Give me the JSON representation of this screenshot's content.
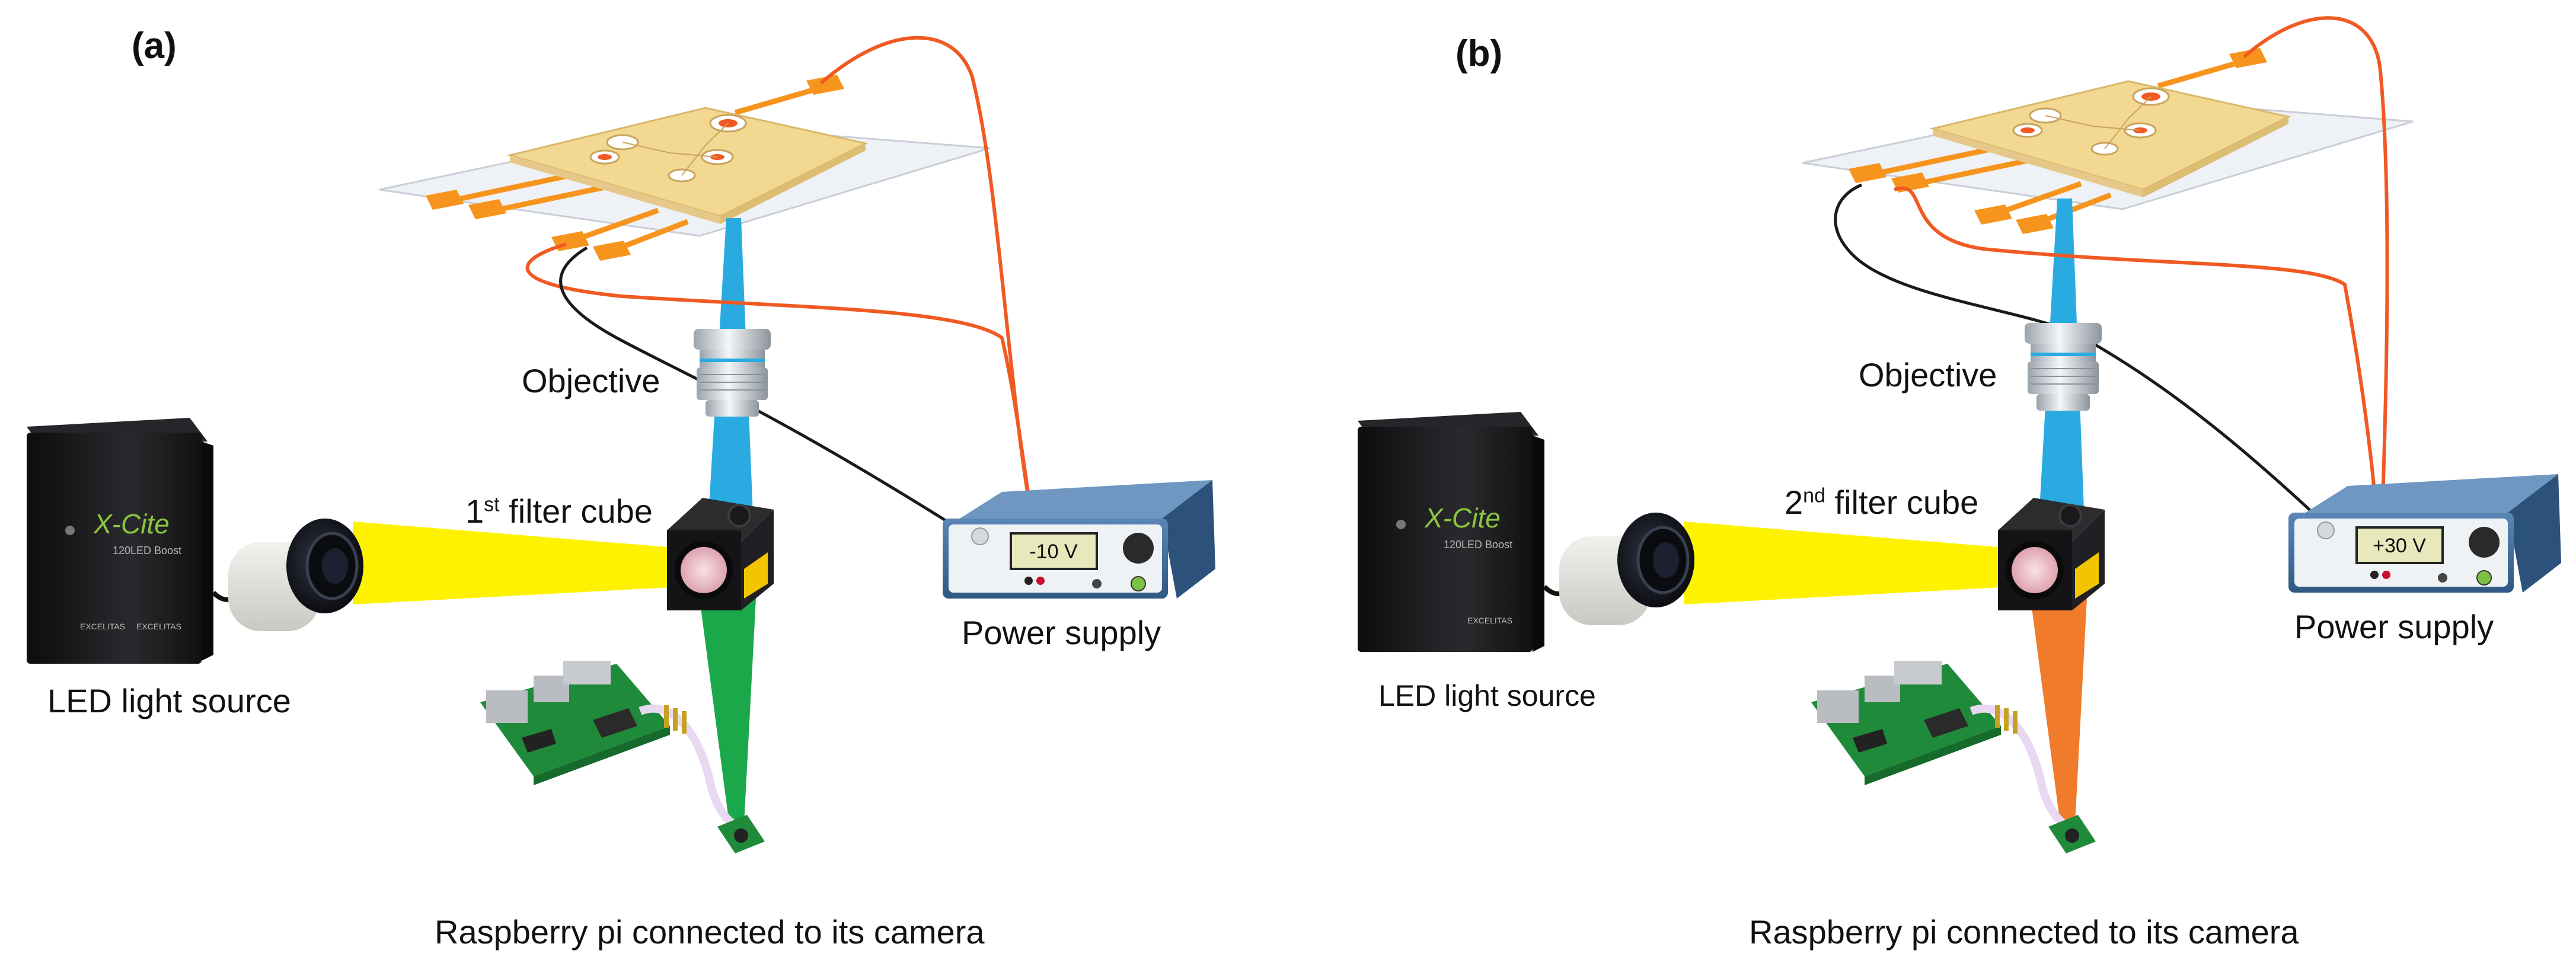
{
  "colors": {
    "wire_red": "#f05a22",
    "wire_black": "#1a1a1a",
    "beam_blue": "#29abe2",
    "beam_yellow": "#fff200",
    "beam_green": "#1aa84b",
    "beam_orange": "#f07b2a",
    "pad_orange": "#f7941d",
    "chip_tan": "#f3d891",
    "supply_blue": "#3f6f9f"
  },
  "panels": [
    {
      "letter": "(a)",
      "objective_label": "Objective",
      "cube_ordinal": "1",
      "cube_ordinal_suffix": "st",
      "cube_label": " filter cube",
      "power_label": "Power supply",
      "voltage": "-10 V",
      "led_label": "LED light source",
      "rpi_label": "Raspberry pi connected to its camera",
      "xcite_brand": "X-Cite",
      "xcite_model": "120LED Boost",
      "maker": "EXCELITAS",
      "emission_color": "green"
    },
    {
      "letter": "(b)",
      "objective_label": "Objective",
      "cube_ordinal": "2",
      "cube_ordinal_suffix": "nd",
      "cube_label": " filter cube",
      "power_label": "Power supply",
      "voltage": "+30 V",
      "led_label": "LED light source",
      "rpi_label": "Raspberry pi connected to its camera",
      "xcite_brand": "X-Cite",
      "xcite_model": "120LED Boost",
      "maker": "EXCELITAS",
      "emission_color": "orange"
    }
  ]
}
